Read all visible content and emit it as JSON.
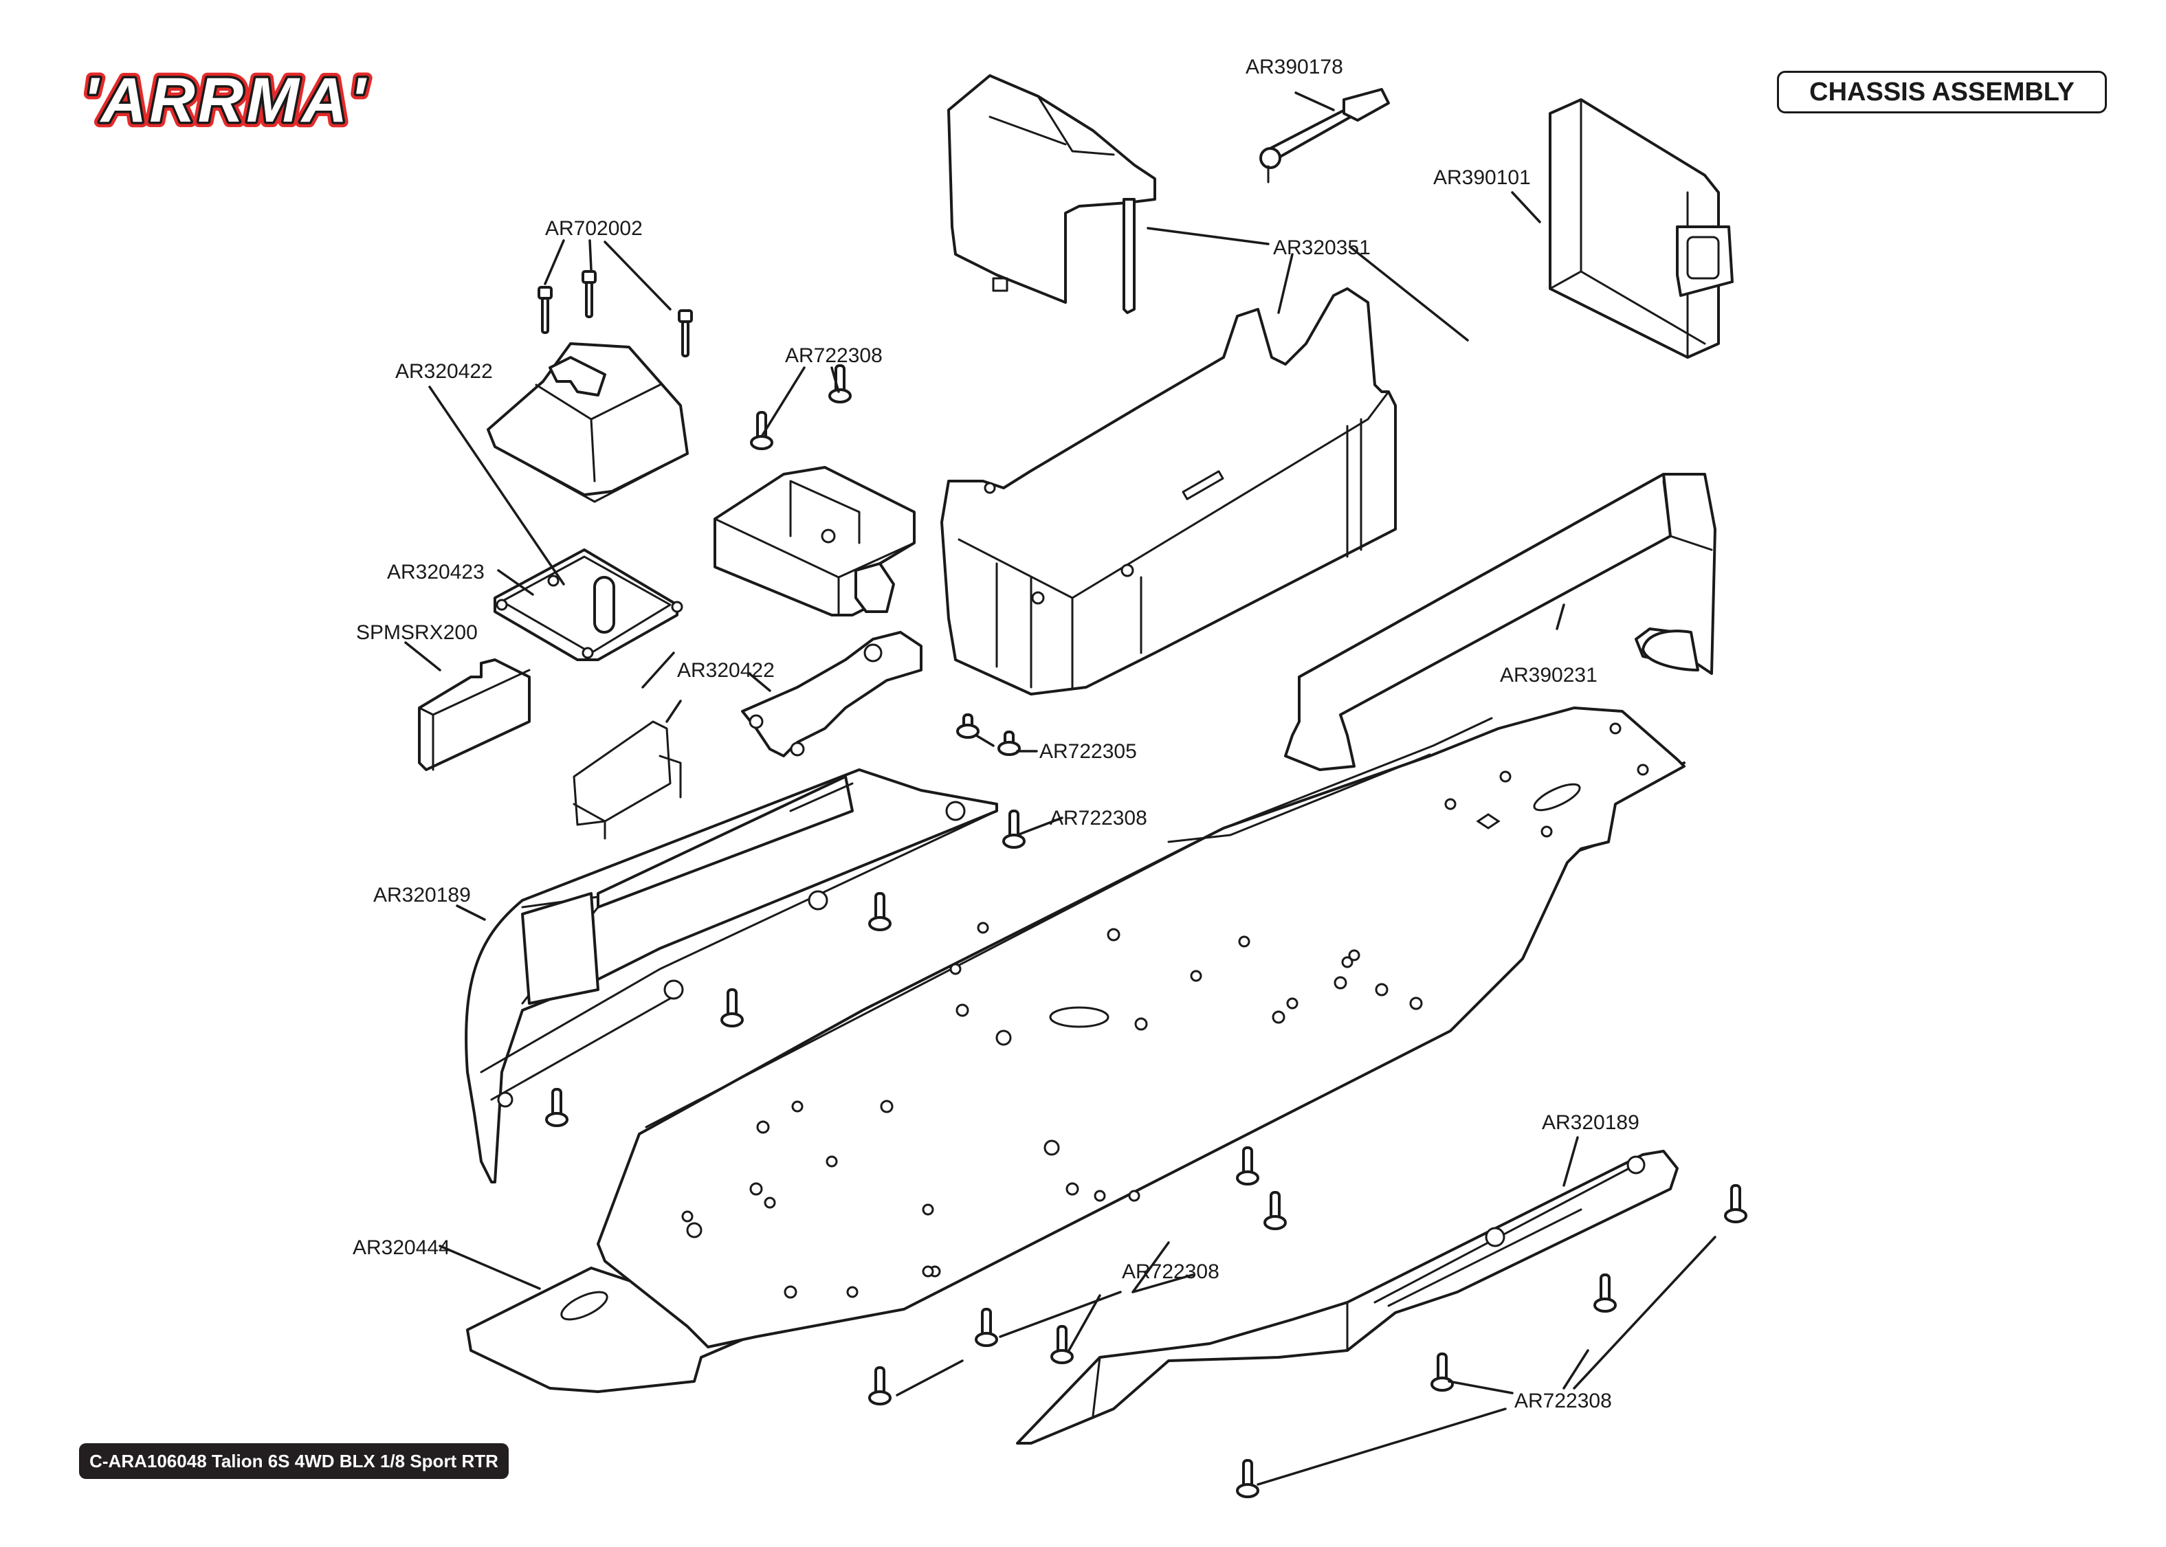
{
  "brand": {
    "logo_text": "'ARRMA'",
    "logo_colors": {
      "outline": "#e42a2a",
      "inner_stroke": "#1a1a1a",
      "fill": "#ffffff"
    }
  },
  "header": {
    "title": "CHASSIS ASSEMBLY"
  },
  "footer": {
    "model": "C-ARA106048 Talion 6S 4WD BLX 1/8 Sport RTR"
  },
  "callouts": {
    "ar390178": "AR390178",
    "ar390101": "AR390101",
    "ar320351": "AR320351",
    "ar702002": "AR702002",
    "ar320422_top": "AR320422",
    "ar722308_top": "AR722308",
    "ar320423": "AR320423",
    "spmsrx200": "SPMSRX200",
    "ar320422_mid": "AR320422",
    "ar390231": "AR390231",
    "ar722305": "AR722305",
    "ar722308_mid": "AR722308",
    "ar320189_left": "AR320189",
    "ar320189_right": "AR320189",
    "ar320444": "AR320444",
    "ar722308_lower": "AR722308",
    "ar722308_bottom": "AR722308"
  },
  "parts": [
    {
      "id": "AR390178",
      "description": "switch / connector lead"
    },
    {
      "id": "AR390101",
      "description": "battery strap"
    },
    {
      "id": "AR320351",
      "description": "battery tray and brace"
    },
    {
      "id": "AR702002",
      "description": "cap head screws",
      "count_shown": 3
    },
    {
      "id": "AR320422",
      "description": "receiver box cover / mount"
    },
    {
      "id": "AR722308",
      "description": "flat head screws"
    },
    {
      "id": "AR320423",
      "description": "receiver box seal"
    },
    {
      "id": "SPMSRX200",
      "description": "receiver"
    },
    {
      "id": "AR390231",
      "description": "battery strap"
    },
    {
      "id": "AR722305",
      "description": "flat head screws",
      "count_shown": 2
    },
    {
      "id": "AR320189",
      "description": "chassis side guards",
      "count_shown": 2
    },
    {
      "id": "AR320444",
      "description": "chassis plate"
    }
  ]
}
